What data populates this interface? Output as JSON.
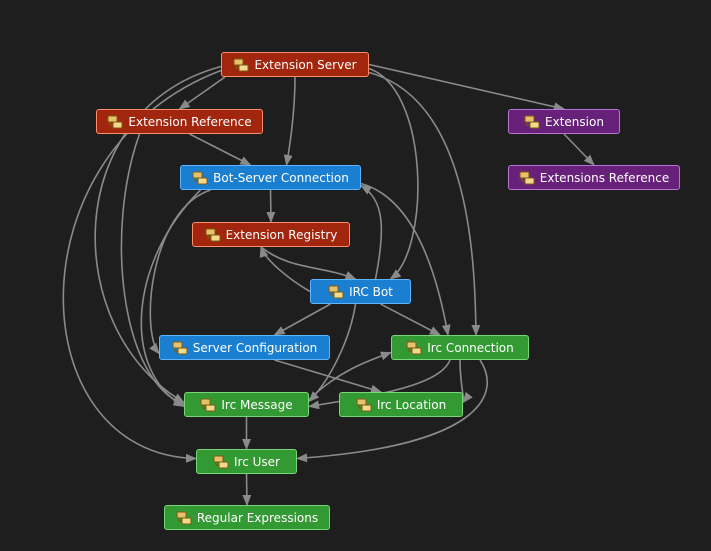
{
  "graph": {
    "nodes": [
      {
        "id": "extension-server",
        "label": "Extension Server",
        "group": "red"
      },
      {
        "id": "extension-reference",
        "label": "Extension Reference",
        "group": "red"
      },
      {
        "id": "extension",
        "label": "Extension",
        "group": "purple"
      },
      {
        "id": "bot-server-connection",
        "label": "Bot-Server Connection",
        "group": "blue"
      },
      {
        "id": "extensions-reference",
        "label": "Extensions Reference",
        "group": "purple"
      },
      {
        "id": "extension-registry",
        "label": "Extension Registry",
        "group": "red"
      },
      {
        "id": "irc-bot",
        "label": "IRC Bot",
        "group": "blue"
      },
      {
        "id": "server-configuration",
        "label": "Server Configuration",
        "group": "blue"
      },
      {
        "id": "irc-connection",
        "label": "Irc Connection",
        "group": "green"
      },
      {
        "id": "irc-message",
        "label": "Irc Message",
        "group": "green"
      },
      {
        "id": "irc-location",
        "label": "Irc Location",
        "group": "green"
      },
      {
        "id": "irc-user",
        "label": "Irc User",
        "group": "green"
      },
      {
        "id": "regular-expressions",
        "label": "Regular Expressions",
        "group": "green"
      }
    ],
    "edges": [
      {
        "from": "extension-server",
        "to": "extension-reference"
      },
      {
        "from": "extension-server",
        "to": "extension"
      },
      {
        "from": "extension-server",
        "to": "bot-server-connection"
      },
      {
        "from": "extension-server",
        "to": "irc-bot"
      },
      {
        "from": "extension-server",
        "to": "irc-connection"
      },
      {
        "from": "extension-server",
        "to": "irc-message"
      },
      {
        "from": "extension-server",
        "to": "irc-user"
      },
      {
        "from": "extension-reference",
        "to": "bot-server-connection"
      },
      {
        "from": "extension-reference",
        "to": "irc-message"
      },
      {
        "from": "extension",
        "to": "extensions-reference"
      },
      {
        "from": "bot-server-connection",
        "to": "extension-registry"
      },
      {
        "from": "bot-server-connection",
        "to": "server-configuration"
      },
      {
        "from": "bot-server-connection",
        "to": "irc-message"
      },
      {
        "from": "bot-server-connection",
        "to": "irc-connection"
      },
      {
        "from": "extension-registry",
        "to": "irc-bot"
      },
      {
        "from": "irc-bot",
        "to": "extension-registry"
      },
      {
        "from": "irc-bot",
        "to": "bot-server-connection"
      },
      {
        "from": "irc-bot",
        "to": "server-configuration"
      },
      {
        "from": "irc-bot",
        "to": "irc-connection"
      },
      {
        "from": "irc-bot",
        "to": "irc-message"
      },
      {
        "from": "server-configuration",
        "to": "irc-location"
      },
      {
        "from": "irc-connection",
        "to": "irc-message"
      },
      {
        "from": "irc-connection",
        "to": "irc-location"
      },
      {
        "from": "irc-connection",
        "to": "irc-user"
      },
      {
        "from": "irc-message",
        "to": "irc-connection"
      },
      {
        "from": "irc-message",
        "to": "irc-user"
      },
      {
        "from": "irc-user",
        "to": "regular-expressions"
      }
    ],
    "colors": {
      "background": "#1e1e1e",
      "edge": "#8a8a8a",
      "red": "#a1260d",
      "blue": "#1a7fd1",
      "purple": "#68217a",
      "green": "#339933"
    },
    "node_icon": "assembly-icon"
  }
}
